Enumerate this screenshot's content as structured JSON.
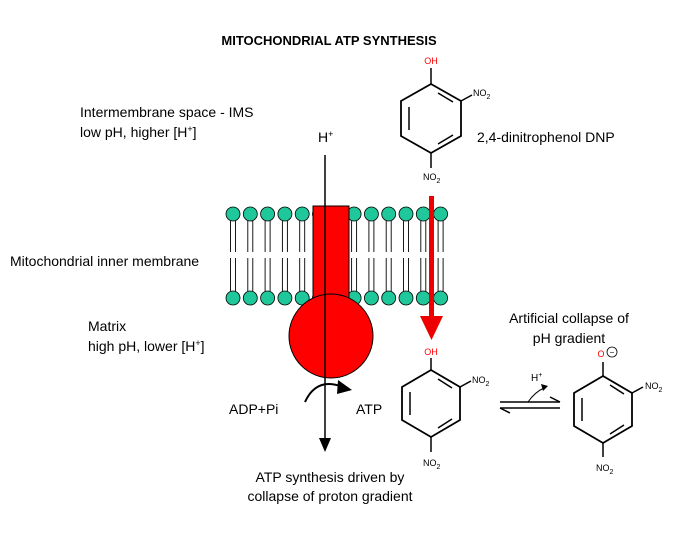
{
  "title": "MITOCHONDRIAL ATP SYNTHESIS",
  "ims": {
    "line1": "Intermembrane space - IMS",
    "line2a": "low pH, higher [H",
    "line2sup": "+",
    "line2b": "]"
  },
  "proton": {
    "base": "H",
    "sup": "+"
  },
  "dnp_label": "2,4-dinitrophenol  DNP",
  "membrane_label": "Mitochondrial inner membrane",
  "matrix": {
    "line1": "Matrix",
    "line2a": "high pH, lower [H",
    "line2sup": "+",
    "line2b": "]"
  },
  "adp_label": "ADP+Pi",
  "atp_label": "ATP",
  "caption": {
    "line1": "ATP synthesis driven by",
    "line2": "collapse of proton gradient"
  },
  "collapse": {
    "line1": "Artificial collapse of",
    "line2": "pH gradient"
  },
  "equilibrium_proton": {
    "base": "H",
    "sup": "+"
  },
  "molecules": {
    "top": {
      "oh": "OH",
      "no2_base": "NO",
      "no2_sub": "2"
    },
    "middle": {
      "oh": "OH",
      "no2_base": "NO",
      "no2_sub": "2"
    },
    "right": {
      "o": "O",
      "charge": "−",
      "no2_base": "NO",
      "no2_sub": "2"
    }
  },
  "colors": {
    "lipid_head": "#1fc79a",
    "channel": "#ff0000",
    "arrow": "#ee0000",
    "oh_red": "#ff0000",
    "text": "#000000"
  }
}
